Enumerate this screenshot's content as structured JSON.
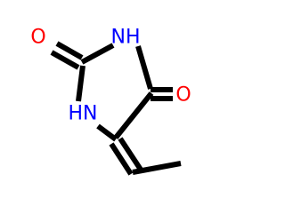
{
  "molecule": {
    "atoms": {
      "o2": {
        "symbol": "O",
        "color": "#ff0000"
      },
      "n3": {
        "symbol": "NH",
        "color": "#0000ff"
      },
      "o4": {
        "symbol": "O",
        "color": "#ff0000"
      },
      "n1": {
        "symbol": "HN",
        "color": "#0000ff"
      }
    },
    "bond_color": "#000000"
  }
}
